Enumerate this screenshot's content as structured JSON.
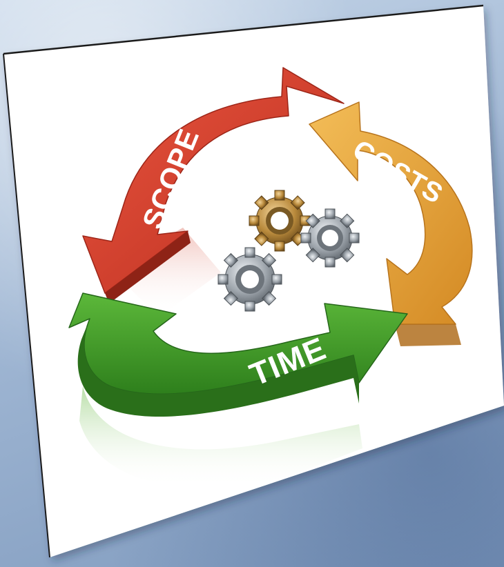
{
  "diagram": {
    "labels": {
      "scope": "SCOPE",
      "costs": "COSTS",
      "time": "TIME"
    },
    "colors": {
      "scope": "#d83d2b",
      "costs": "#e7a33e",
      "time": "#3f9a2a",
      "gear_gold": "#b8893a",
      "gear_silver": "#9aa0a6",
      "card": "#ffffff",
      "background": "#a9bfd8"
    },
    "icons": [
      "gear-icon",
      "gear-icon",
      "gear-icon"
    ]
  }
}
